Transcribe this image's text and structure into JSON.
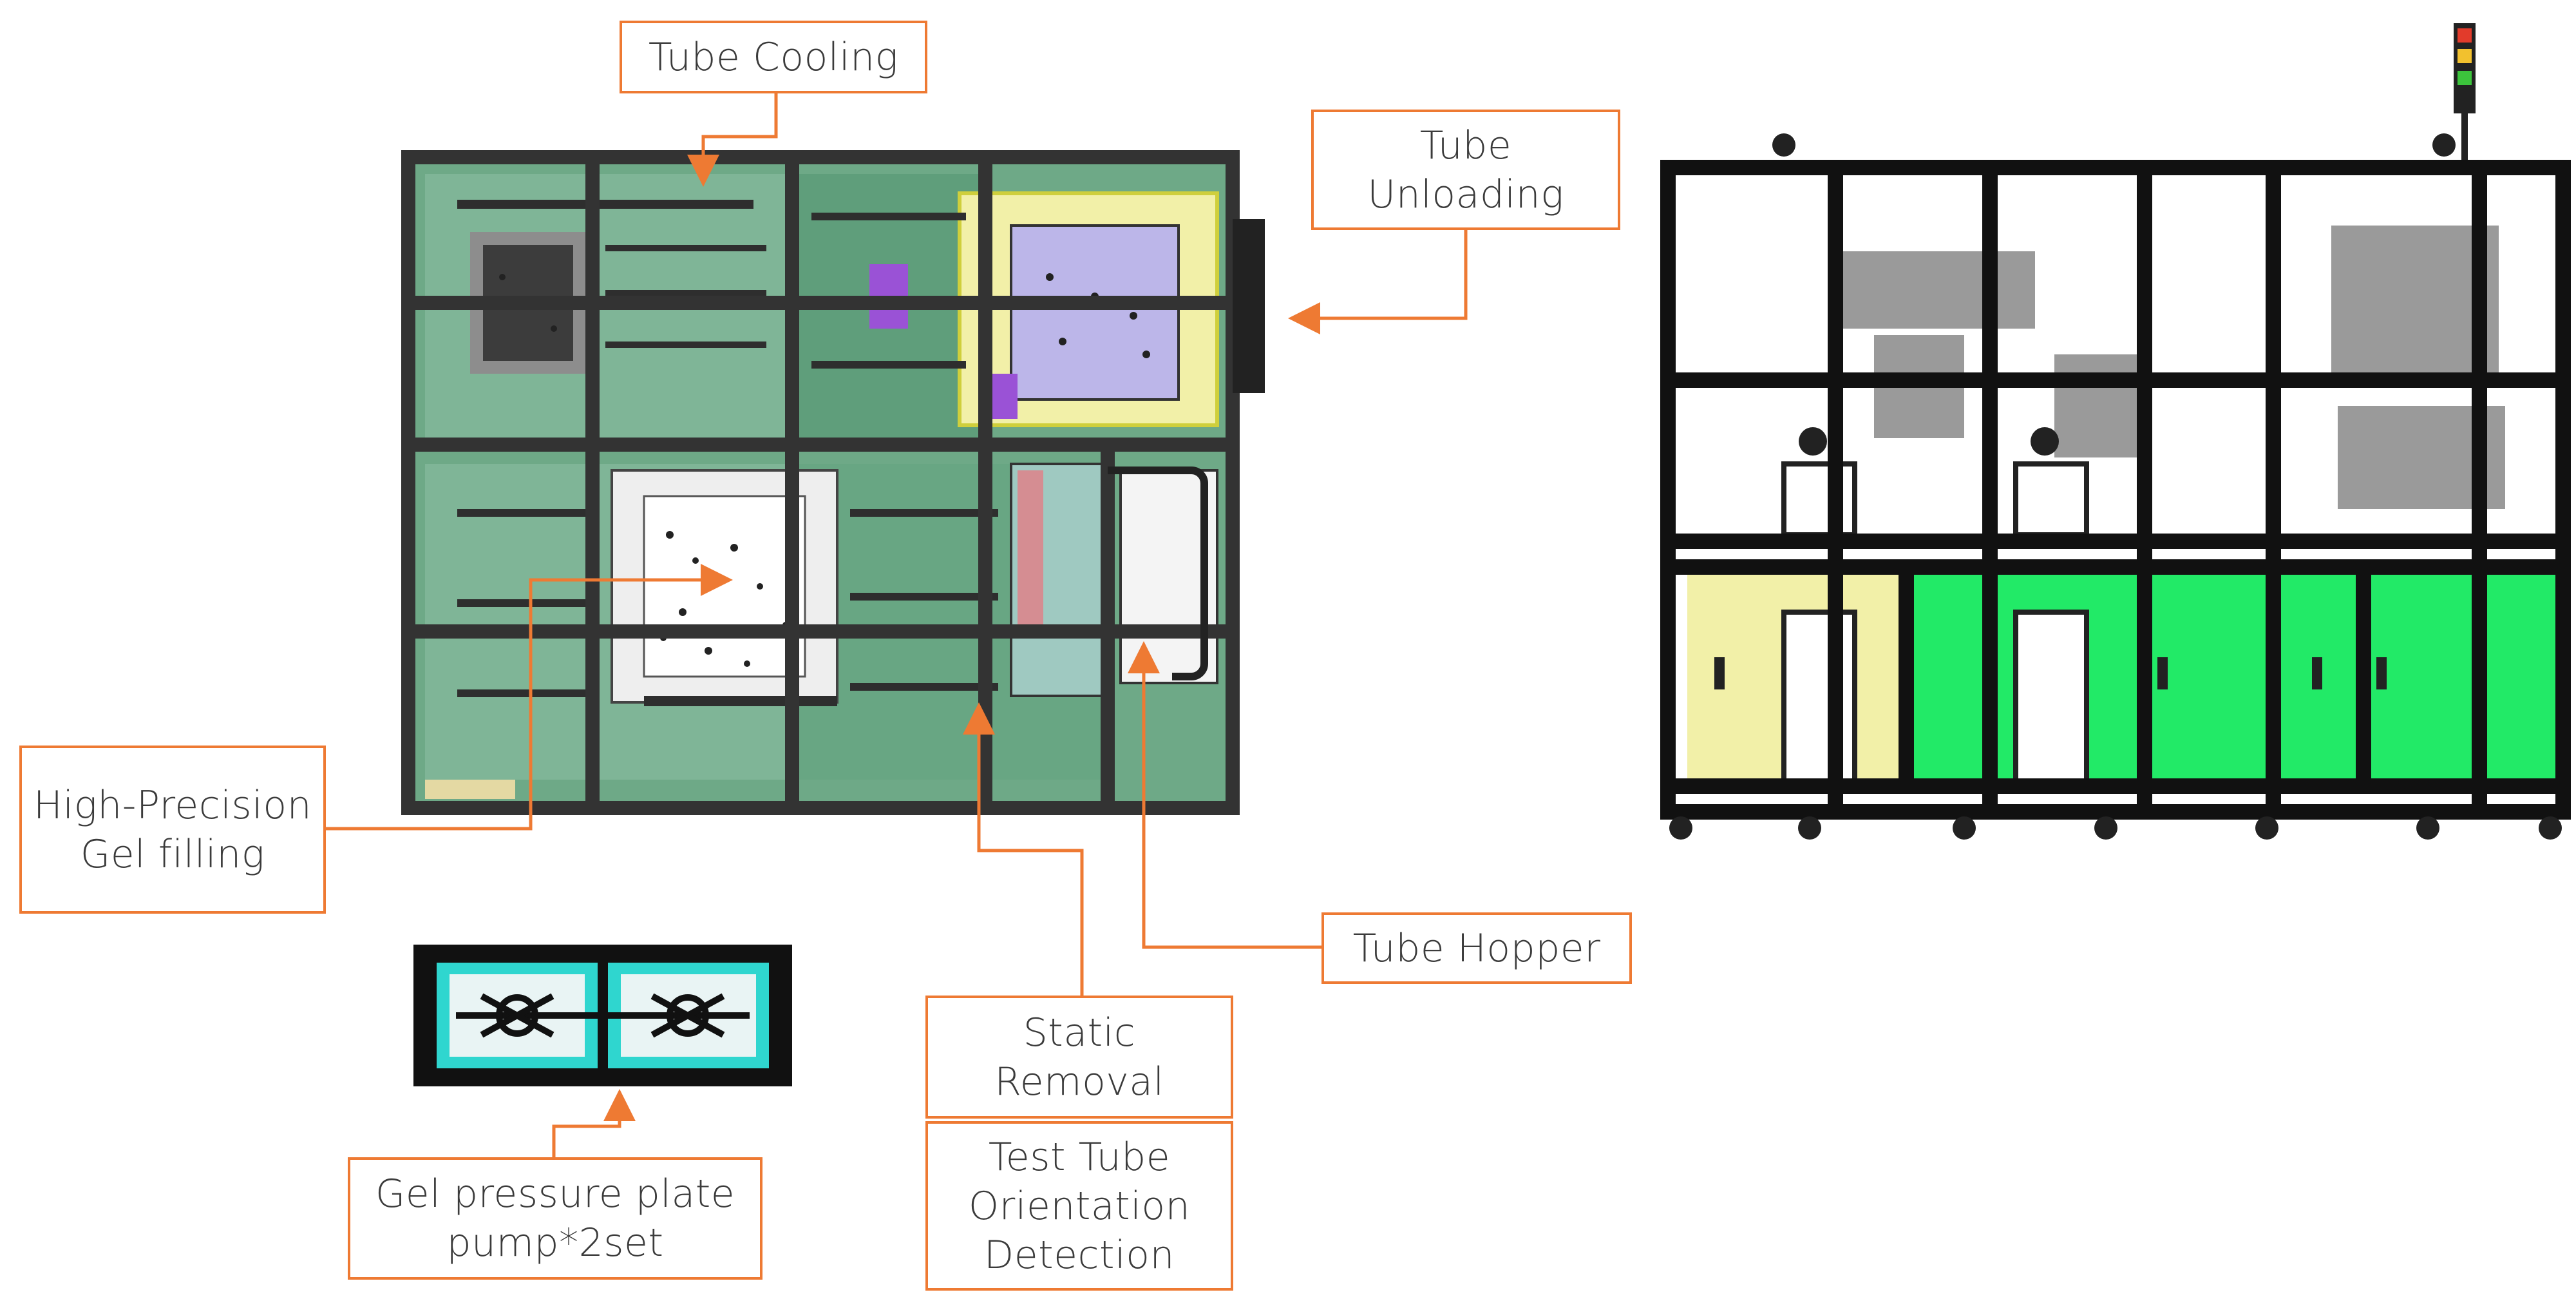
{
  "colors": {
    "callout_border": "#ee7a33",
    "leader_line": "#ee7a33",
    "frame": "#222222",
    "panel_green": "#6ea987",
    "cabinet_green": "#22ea67",
    "panel_yellow": "#f2f0a8",
    "hopper_cyan": "#2fd6cf",
    "accent_purple": "#9a52d6",
    "lamp_red": "#e23b2b",
    "lamp_yellow": "#f2c12e",
    "lamp_green": "#3cc43c"
  },
  "labels": {
    "tube_cooling": "Tube Cooling",
    "tube_unloading": "Tube\nUnloading",
    "high_precision_gel_filling": "High-Precision\nGel filling",
    "tube_hopper": "Tube Hopper",
    "static_removal": "Static\nRemoval",
    "test_tube_orientation_detection": "Test Tube\nOrientation\nDetection",
    "gel_pressure_plate_pump": "Gel pressure plate\npump*2set"
  },
  "icons": {
    "top_view": "machine-top-view-drawing",
    "front_view": "machine-front-view-drawing",
    "pump": "gel-pump-drawing",
    "signal_tower": "signal-tower-lamp-icon"
  }
}
